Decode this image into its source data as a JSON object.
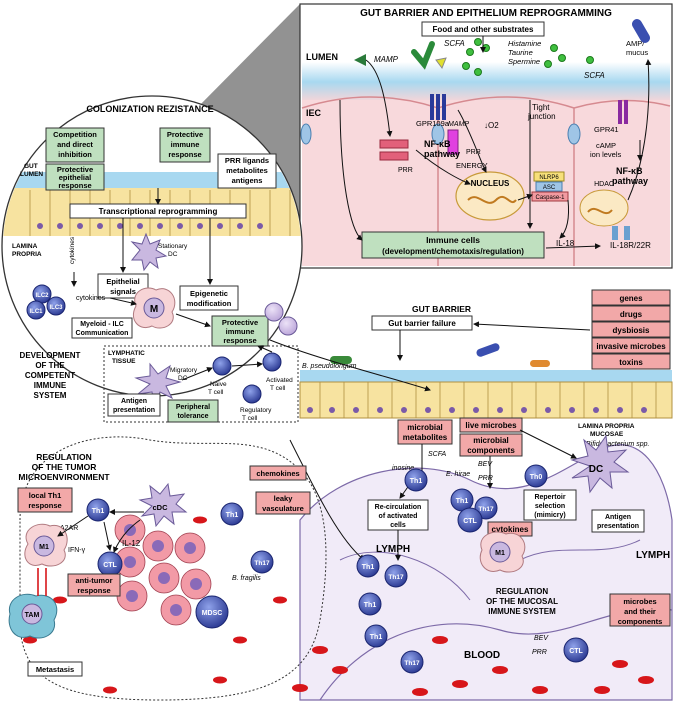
{
  "gut_barrier_epithelium": {
    "title": "GUT BARRIER AND EPITHELIUM REPROGRAMMING",
    "food_box": "Food and other substrates",
    "lumen": "LUMEN",
    "iec": "IEC",
    "mamp": "MAMP",
    "mamp2": "MAMP",
    "scfa": "SCFA",
    "scfa2": "SCFA",
    "histamine": "Histamine",
    "taurine": "Taurine",
    "spermine": "Spermine",
    "amp_mucus_1": "AMP/",
    "amp_mucus_2": "mucus",
    "gpr109a": "GPR109a",
    "gpr41": "GPR41",
    "io2": "↓O2",
    "tight_junction_1": "Tight",
    "tight_junction_2": "junction",
    "nfkb_1": "NF-κB",
    "nfkb_2": "pathway",
    "nfkb2_1": "NF-κB",
    "nfkb2_2": "pathway",
    "prr": "PRR",
    "prr2": "PRR",
    "energy": "ENERGY",
    "nucleus": "NUCLEUS",
    "nlrp6": "NLRP6",
    "asc": "ASC",
    "caspase1": "Caspase-1",
    "camp_1": "cAMP",
    "camp_2": "ion levels",
    "hdac": "HDAC",
    "il18": "IL-18",
    "il18r": "IL-18R/22R",
    "immune_cells_1": "Immune cells",
    "immune_cells_2": "(development/chemotaxis/regulation)"
  },
  "colonization": {
    "title": "COLONIZATION REZISTANCE",
    "competition_1": "Competition",
    "competition_2": "and direct",
    "competition_3": "inhibition",
    "protective_immune_1": "Protective",
    "protective_immune_2": "immune",
    "protective_immune_3": "response",
    "protective_epithelial_1": "Protective",
    "protective_epithelial_2": "epithelial",
    "protective_epithelial_3": "response",
    "prr_ligands_1": "PRR ligands",
    "prr_ligands_2": "metabolites",
    "prr_ligands_3": "antigens",
    "gut_lumen_1": "GUT",
    "gut_lumen_2": "LUMEN",
    "transcriptional": "Transcriptional reprogramming",
    "lamina_propria_1": "LAMINA",
    "lamina_propria_2": "PROPRIA",
    "cytokines_vertical": "cytokines",
    "stationary_dc_1": "Stationary",
    "stationary_dc_2": "DC",
    "epithelial_signals_1": "Epithelial",
    "epithelial_signals_2": "signals",
    "epigenetic_1": "Epigenetic",
    "epigenetic_2": "modification",
    "ilc2": "ILC2",
    "ilc3": "ILC3",
    "ilc1": "ILC1",
    "cytokines": "cytokines",
    "m": "M",
    "myeloid_1": "Myeloid - ILC",
    "myeloid_2": "Communication",
    "protective_immune2_1": "Protective",
    "protective_immune2_2": "immune",
    "protective_immune2_3": "response",
    "lymphatic_1": "LYMPHATIC",
    "lymphatic_2": "TISSUE",
    "migratory_dc_1": "Migratory",
    "migratory_dc_2": "DC",
    "naive_1": "Naive",
    "naive_2": "T cell",
    "activated_1": "Activated",
    "activated_2": "T cell",
    "regulatory_1": "Regulatory",
    "regulatory_2": "T cell",
    "antigen_presentation_1": "Antigen",
    "antigen_presentation_2": "presentation",
    "peripheral_1": "Peripheral",
    "peripheral_2": "tolerance",
    "development_1": "DEVELOPMENT",
    "development_2": "OF THE",
    "development_3": "COMPETENT",
    "development_4": "IMMUNE",
    "development_5": "SYSTEM"
  },
  "gut_barrier": {
    "title": "GUT BARRIER",
    "failure": "Gut barrier failure",
    "factors": [
      "genes",
      "drugs",
      "dysbiosis",
      "invasive microbes",
      "toxins"
    ],
    "b_pseudolongum": "B. pseudolongum",
    "live_microbes": "live microbes",
    "microbial_components_1": "microbial",
    "microbial_components_2": "components",
    "microbial_metabolites_1": "microbial",
    "microbial_metabolites_2": "metabolites",
    "lamina_mucosae_1": "LAMINA PROPRIA",
    "lamina_mucosae_2": "MUCOSAE",
    "bifido": "Bifidobacterium spp.",
    "scfa": "SCFA",
    "inosine": "inosine",
    "bev": "BEV",
    "prr": "PRR",
    "e_hirae": "E. hirae",
    "dc": "DC",
    "repertoir_1": "Repertoir",
    "repertoir_2": "selection",
    "repertoir_3": "(mimicry)",
    "antigen_pres_1": "Antigen",
    "antigen_pres_2": "presentation",
    "recirc_1": "Re-circulation",
    "recirc_2": "of activated",
    "recirc_3": "cells",
    "cytokines": "cytokines",
    "lymph": "LYMPH",
    "lymph2": "LYMPH",
    "regulation_1": "REGULATION",
    "regulation_2": "OF THE MUCOSAL",
    "regulation_3": "IMMUNE SYSTEM",
    "microbes_comp_1": "microbes",
    "microbes_comp_2": "and their",
    "microbes_comp_3": "components",
    "blood": "BLOOD",
    "bev2": "BEV",
    "prr2": "PRR"
  },
  "tumor": {
    "title_1": "REGULATION",
    "title_2": "OF THE TUMOR",
    "title_3": "MICROENVIRONMENT",
    "local_th1_1": "local Th1",
    "local_th1_2": "response",
    "a2ar": "A2AR",
    "ifng": "IFN-γ",
    "il12": "IL-12",
    "cdc": "cDC",
    "chemokines": "chemokines",
    "leaky_1": "leaky",
    "leaky_2": "vasculature",
    "anti_tumor_1": "anti-tumor",
    "anti_tumor_2": "response",
    "b_fragilis": "B. fragilis",
    "metastasis": "Metastasis",
    "m1": "M1",
    "tam": "TAM",
    "mdsc": "MDSC"
  },
  "cells": {
    "th1": "Th1",
    "th17": "Th17",
    "th0": "Th0",
    "ctl": "CTL",
    "m1": "M1"
  },
  "colors": {
    "green_box": "#bfe0bf",
    "pink_box": "#f2a8a8",
    "lumen_blue": "#a8d8f0",
    "epithelium": "#f7e3a0",
    "cell_pink": "#f7d4d6",
    "tcell_blue": "#3a4fb0",
    "cell_purple": "#c9b8e0",
    "rbc_red": "#d7161a"
  }
}
